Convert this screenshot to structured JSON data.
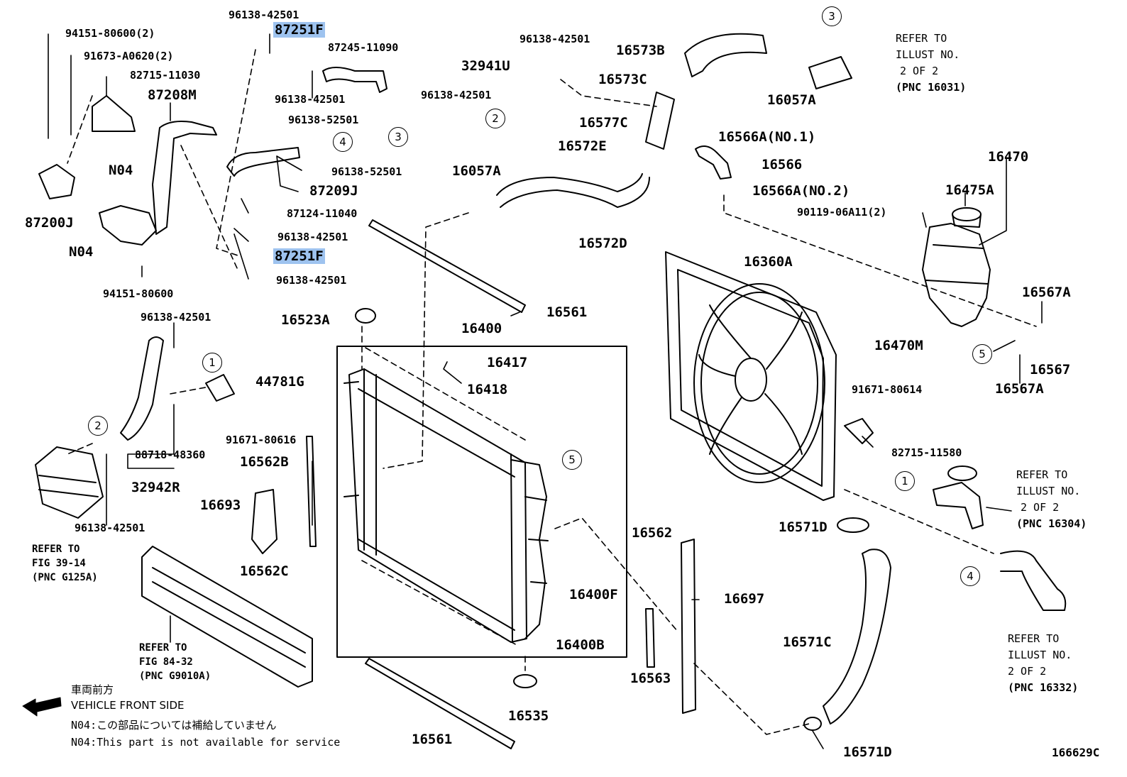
{
  "diagram_code": "166629C",
  "part_labels": [
    {
      "id": "l01",
      "text": "94151-80600(2)"
    },
    {
      "id": "l02",
      "text": "96138-42501"
    },
    {
      "id": "l03",
      "text": "87251F"
    },
    {
      "id": "l04",
      "text": "91673-A0620(2)"
    },
    {
      "id": "l05",
      "text": "82715-11030"
    },
    {
      "id": "l06",
      "text": "87245-11090"
    },
    {
      "id": "l07",
      "text": "87208M"
    },
    {
      "id": "l08",
      "text": "96138-42501"
    },
    {
      "id": "l09",
      "text": "96138-52501"
    },
    {
      "id": "l10",
      "text": "96138-52501"
    },
    {
      "id": "l11",
      "text": "87209J"
    },
    {
      "id": "l12",
      "text": "N04"
    },
    {
      "id": "l13",
      "text": "87200J"
    },
    {
      "id": "l14",
      "text": "N04"
    },
    {
      "id": "l15",
      "text": "87124-11040"
    },
    {
      "id": "l16",
      "text": "96138-42501"
    },
    {
      "id": "l17",
      "text": "87251F"
    },
    {
      "id": "l18",
      "text": "96138-42501"
    },
    {
      "id": "l19",
      "text": "94151-80600"
    },
    {
      "id": "l20",
      "text": "96138-42501"
    },
    {
      "id": "l21",
      "text": "32941U"
    },
    {
      "id": "l22",
      "text": "96138-42501"
    },
    {
      "id": "l23",
      "text": "16573B"
    },
    {
      "id": "l24",
      "text": "16573C"
    },
    {
      "id": "l25",
      "text": "16057A"
    },
    {
      "id": "l26",
      "text": "16577C"
    },
    {
      "id": "l27",
      "text": "16566A(NO.1)"
    },
    {
      "id": "l28",
      "text": "16572E"
    },
    {
      "id": "l29",
      "text": "16566"
    },
    {
      "id": "l30",
      "text": "16057A"
    },
    {
      "id": "l31",
      "text": "16566A(NO.2)"
    },
    {
      "id": "l32",
      "text": "16572D"
    },
    {
      "id": "l33",
      "text": "16470"
    },
    {
      "id": "l34",
      "text": "16475A"
    },
    {
      "id": "l35",
      "text": "90119-06A11(2)"
    },
    {
      "id": "l36",
      "text": "16360A"
    },
    {
      "id": "l37",
      "text": "16561"
    },
    {
      "id": "l38",
      "text": "96138-42501"
    },
    {
      "id": "l39",
      "text": "16523A"
    },
    {
      "id": "l40",
      "text": "16400"
    },
    {
      "id": "l41",
      "text": "16567A"
    },
    {
      "id": "l42",
      "text": "16417"
    },
    {
      "id": "l43",
      "text": "44781G"
    },
    {
      "id": "l44",
      "text": "16418"
    },
    {
      "id": "l45",
      "text": "16470M"
    },
    {
      "id": "l46",
      "text": "16567"
    },
    {
      "id": "l47",
      "text": "16567A"
    },
    {
      "id": "l48",
      "text": "91671-80614"
    },
    {
      "id": "l49",
      "text": "91671-80616"
    },
    {
      "id": "l50",
      "text": "16562B"
    },
    {
      "id": "l51",
      "text": "88718-48360"
    },
    {
      "id": "l52",
      "text": "32942R"
    },
    {
      "id": "l53",
      "text": "82715-11580"
    },
    {
      "id": "l54",
      "text": "16693"
    },
    {
      "id": "l55",
      "text": "96138-42501"
    },
    {
      "id": "l56",
      "text": "16571D"
    },
    {
      "id": "l57",
      "text": "16562"
    },
    {
      "id": "l58",
      "text": "16562C"
    },
    {
      "id": "l59",
      "text": "16697"
    },
    {
      "id": "l60",
      "text": "16400F"
    },
    {
      "id": "l61",
      "text": "16400B"
    },
    {
      "id": "l62",
      "text": "16571C"
    },
    {
      "id": "l63",
      "text": "16563"
    },
    {
      "id": "l64",
      "text": "16535"
    },
    {
      "id": "l65",
      "text": "16561"
    },
    {
      "id": "l66",
      "text": "16571D"
    }
  ],
  "refer_notes": [
    {
      "id": "r1",
      "lines": [
        "REFER TO",
        "ILLUST NO.",
        "2 OF 2",
        "(PNC 16031)"
      ]
    },
    {
      "id": "r2",
      "lines": [
        "REFER TO",
        "ILLUST NO.",
        "2 OF 2",
        "(PNC 16304)"
      ]
    },
    {
      "id": "r3",
      "lines": [
        "REFER TO",
        "ILLUST NO.",
        "2 OF 2",
        "(PNC 16332)"
      ]
    },
    {
      "id": "r4",
      "lines": [
        "REFER TO",
        "FIG 39-14",
        "(PNC G125A)"
      ]
    },
    {
      "id": "r5",
      "lines": [
        "REFER TO",
        "FIG 84-32",
        "(PNC G9010A)"
      ]
    }
  ],
  "callouts": [
    {
      "id": "c1",
      "text": "3"
    },
    {
      "id": "c2",
      "text": "3"
    },
    {
      "id": "c3",
      "text": "4"
    },
    {
      "id": "c4",
      "text": "2"
    },
    {
      "id": "c5",
      "text": "1"
    },
    {
      "id": "c6",
      "text": "2"
    },
    {
      "id": "c7",
      "text": "5"
    },
    {
      "id": "c8",
      "text": "5"
    },
    {
      "id": "c9",
      "text": "1"
    },
    {
      "id": "c10",
      "text": "4"
    }
  ],
  "front": {
    "jp": "車両前方",
    "en": "VEHICLE FRONT SIDE"
  },
  "n04_notes": {
    "jp": "N04:この部品については補給していません",
    "en": "N04:This part is not available for service"
  },
  "highlight_color": "#9ec3ef"
}
